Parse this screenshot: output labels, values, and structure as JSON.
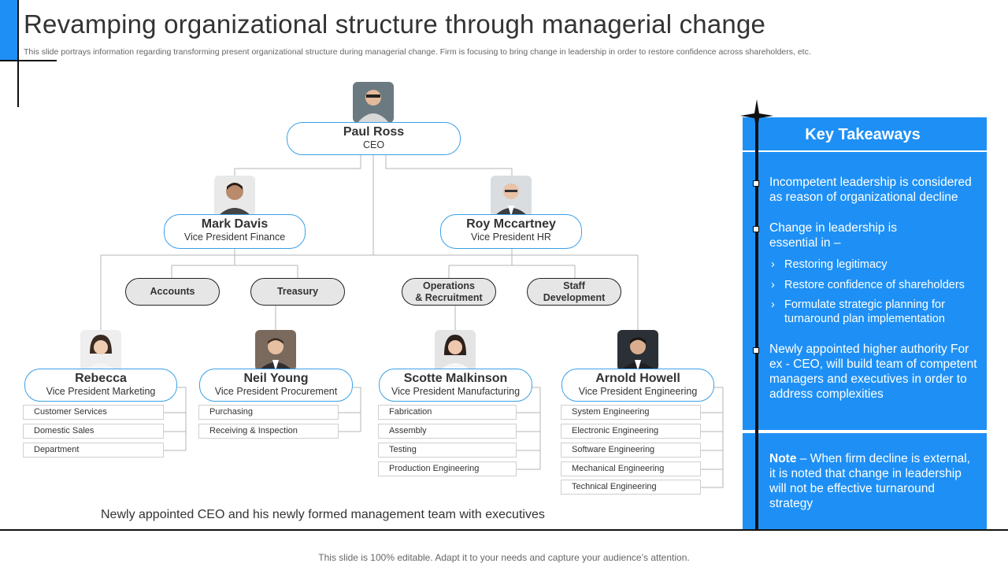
{
  "title": "Revamping organizational structure through managerial change",
  "subtitle": "This slide portrays information regarding transforming present organizational structure during managerial change. Firm is focusing to bring change in leadership in order to restore confidence across shareholders, etc.",
  "org": {
    "ceo": {
      "name": "Paul Ross",
      "role": "CEO"
    },
    "vp_finance": {
      "name": "Mark Davis",
      "role": "Vice President Finance"
    },
    "vp_hr": {
      "name": "Roy Mccartney",
      "role": "Vice President HR"
    },
    "departments": [
      "Accounts",
      "Treasury",
      "Operations\n& Recruitment",
      "Staff\nDevelopment"
    ],
    "marketing": {
      "name": "Rebecca",
      "role": "Vice President Marketing",
      "subs": [
        "Customer Services",
        "Domestic Sales",
        "Department"
      ]
    },
    "procurement": {
      "name": "Neil Young",
      "role": "Vice President Procurement",
      "subs": [
        "Purchasing",
        "Receiving & Inspection"
      ]
    },
    "manufacturing": {
      "name": "Scotte Malkinson",
      "role": "Vice President Manufacturing",
      "subs": [
        "Fabrication",
        "Assembly",
        "Testing",
        "Production Engineering"
      ]
    },
    "engineering": {
      "name": "Arnold Howell",
      "role": "Vice President Engineering",
      "subs": [
        "System Engineering",
        "Electronic Engineering",
        "Software Engineering",
        "Mechanical Engineering",
        "Technical Engineering"
      ]
    }
  },
  "caption": "Newly appointed CEO and his newly formed management team with executives",
  "takeaways": {
    "heading": "Key Takeaways",
    "point1": "Incompetent leadership is considered as reason of organizational decline",
    "point2": "Change in leadership is essential in –",
    "subpoints": [
      "Restoring legitimacy",
      "Restore confidence of shareholders",
      "Formulate strategic planning for turnaround plan implementation"
    ],
    "point3": "Newly appointed higher authority For ex - CEO, will build team of competent managers and executives in order to address complexities"
  },
  "note": {
    "label": "Note",
    "text": " – When firm decline is external,  it is noted that change in leadership will not be effective turnaround strategy"
  },
  "footer": "This slide is 100% editable. Adapt it to your needs and capture your audience’s attention.",
  "colors": {
    "accent": "#1e90f5",
    "node_border": "#3aa0e8",
    "dept_fill": "#e6e6e6"
  }
}
